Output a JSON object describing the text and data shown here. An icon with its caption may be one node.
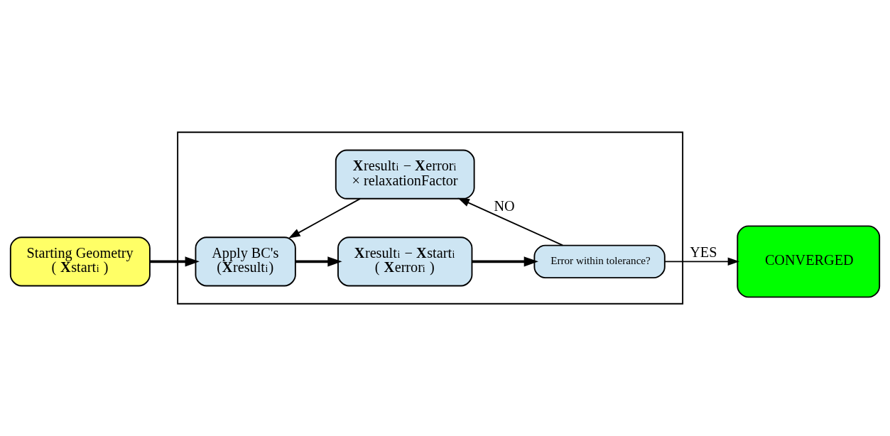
{
  "diagram": {
    "nodes": [
      {
        "text": [
          "Starting Geometry",
          "( **X**start$_{i}$ )"
        ]
      },
      {
        "text": [],
        "shape": "box"
      },
      {
        "text": [
          "Apply BC's",
          "(**X**result$_{i}$)"
        ],
        "in": 1
      },
      {
        "text": [
          "**X**result$_{i}$ − **X**start$_{i}$",
          "( **X**error$_{i}$ )"
        ],
        "in": 1
      },
      {
        "text": [
          "Error within tolerance?"
        ],
        "in": 1
      },
      {
        "text": [
          "**X**result$_{i}$ − **X**error$_{i}$",
          "× relaxationFactor"
        ],
        "in": 1
      },
      {
        "text": [
          "CONVERGED"
        ]
      }
    ],
    "edges": [
      {
        "from": 0,
        "to": 2,
        "arrow": "to",
        "style": "thick"
      },
      {
        "from": 2,
        "to": 3,
        "arrow": "to",
        "style": "thick"
      },
      {
        "from": 3,
        "to": 4,
        "arrow": "to",
        "style": "thick"
      },
      {
        "from": 4,
        "to": 5,
        "arrow": "to",
        "label": "NO"
      },
      {
        "from": 5,
        "to": 2,
        "arrow": "to"
      },
      {
        "from": 4,
        "to": 6,
        "arrow": "to",
        "label": "YES"
      }
    ]
  }
}
